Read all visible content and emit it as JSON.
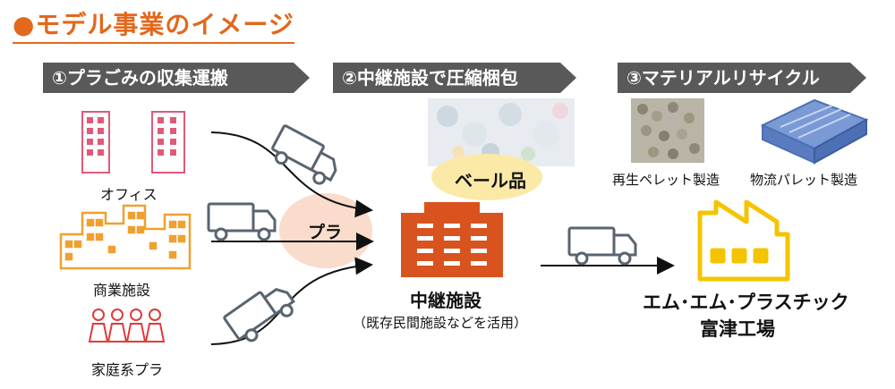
{
  "title": "●モデル事業のイメージ",
  "steps": [
    {
      "label": "①プラごみの収集運搬"
    },
    {
      "label": "②中継施設で圧縮梱包"
    },
    {
      "label": "③マテリアルリサイクル"
    }
  ],
  "sources": {
    "office": "オフィス",
    "commercial": "商業施設",
    "household": "家庭系プラ"
  },
  "flow_label": "プラ",
  "bale_label": "ベール品",
  "relay": {
    "name": "中継施設",
    "note": "（既存民間施設などを活用）"
  },
  "products": {
    "pellet": "再生ペレット製造",
    "pallet": "物流パレット製造"
  },
  "factory": {
    "line1": "エム･エム･プラスチック",
    "line2": "富津工場"
  },
  "colors": {
    "accent": "#e2681c",
    "chevron": "#595959",
    "office_icon": "#e05a78",
    "commercial_icon": "#f0a030",
    "household_icon": "#e03a3a",
    "relay_icon": "#d9531e",
    "factory_icon": "#f5c400",
    "truck": "#5a6470",
    "bale_oval": "#fbe9a8",
    "pura_circle": "#f9dccb"
  }
}
